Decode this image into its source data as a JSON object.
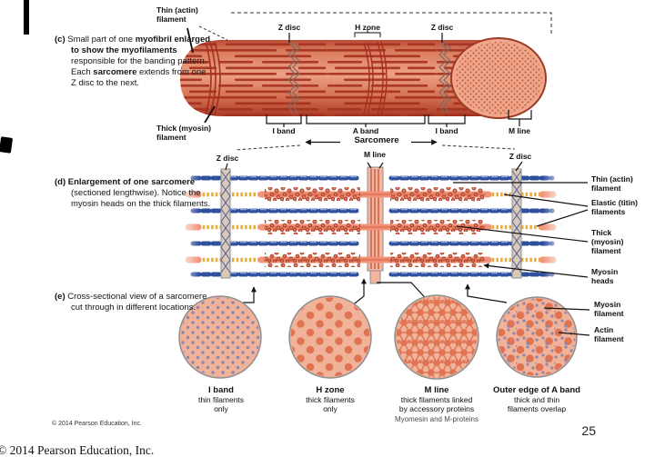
{
  "page": {
    "copyright_small": "© 2014 Pearson Education, Inc.",
    "copyright_bottom": "© 2014 Pearson Education, Inc.",
    "page_number": "25"
  },
  "colors": {
    "cylinder_base": "#e9997b",
    "stripe_red": "#a5301f",
    "thin_actin_blue": "#2d4f9e",
    "titin_yellow": "#e6ab3c",
    "thick_myosin_salmon": "#f0947a",
    "myosin_head": "#df7557",
    "cross_section_fill": "#f1b29a",
    "thick_dot": "#df7352",
    "thin_dot": "#8b87ad",
    "z_disc_band": "#dbc8b5",
    "m_line_band": "#f3b59d"
  },
  "panel_c": {
    "caption_runs": [
      {
        "t": "(c) ",
        "b": true
      },
      {
        "t": "Small part of one ",
        "b": false
      },
      {
        "t": "myofibril enlarged to show the myofilaments",
        "b": true
      },
      {
        "t": " responsible for the banding pattern. Each ",
        "b": false
      },
      {
        "t": "sarcomere",
        "b": true
      },
      {
        "t": " extends from one Z disc to the next.",
        "b": false
      }
    ],
    "labels": {
      "thin_filament": "Thin (actin)\nfilament",
      "z_disc_left": "Z disc",
      "h_zone": "H zone",
      "z_disc_right": "Z disc",
      "thick_filament": "Thick (myosin)\nfilament",
      "i_band_left": "I band",
      "a_band": "A band",
      "i_band_right": "I band",
      "m_line": "M line",
      "sarcomere": "Sarcomere"
    }
  },
  "panel_d": {
    "caption_runs": [
      {
        "t": "(d) ",
        "b": true
      },
      {
        "t": "Enlargement of one sarcomere",
        "b": true
      },
      {
        "t": " (sectioned lengthwise). Notice the myosin heads on the thick filaments.",
        "b": false
      }
    ],
    "labels": {
      "z_disc_left": "Z disc",
      "m_line": "M line",
      "z_disc_right": "Z disc",
      "thin_filament": "Thin (actin)\nfilament",
      "elastic_titin": "Elastic (titin)\nfilaments",
      "thick_filament": "Thick\n(myosin)\nfilament",
      "myosin_heads": "Myosin\nheads"
    }
  },
  "panel_e": {
    "caption_runs": [
      {
        "t": "(e) ",
        "b": true
      },
      {
        "t": "Cross-sectional view of a sarcomere cut through in different locations.",
        "b": false
      }
    ],
    "cross_sections": [
      {
        "title": "I band",
        "desc": "thin filaments\nonly"
      },
      {
        "title": "H zone",
        "desc": "thick filaments\nonly"
      },
      {
        "title": "M line",
        "desc": "thick filaments linked\nby accessory proteins",
        "note": "Myomesin and M-proteins"
      },
      {
        "title": "Outer edge of A band",
        "desc": "thick and thin\nfilaments overlap"
      }
    ],
    "labels": {
      "myosin_filament": "Myosin\nfilament",
      "actin_filament": "Actin\nfilament"
    }
  }
}
